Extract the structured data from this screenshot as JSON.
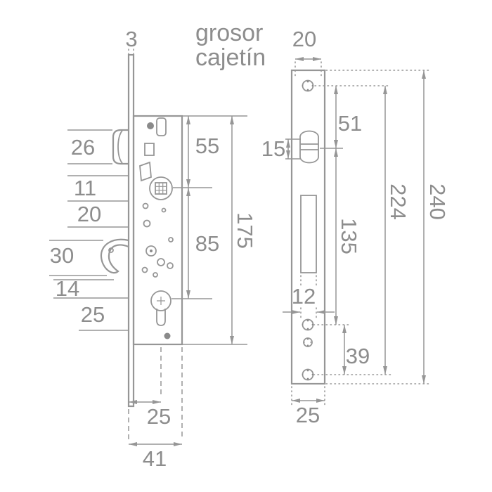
{
  "note": {
    "line1": "grosor",
    "line2": "cajetín"
  },
  "side_view": {
    "faceplate_thickness": "3",
    "latch_height": "26",
    "dim_11": "11",
    "dim_20": "20",
    "hook_height": "30",
    "dim_14": "14",
    "dim_25": "25",
    "top_to_follower": "55",
    "follower_to_cylinder": "85",
    "case_height": "175",
    "backset": "25",
    "total_depth": "41"
  },
  "front_view": {
    "case_thickness": "20",
    "latch_slot_height": "15",
    "screw_to_latch": "51",
    "latch_to_screw": "135",
    "bolt_slot_width": "12",
    "screw_gap": "39",
    "screw_spacing": "224",
    "plate_height": "240",
    "plate_width": "25"
  },
  "colors": {
    "line": "#969696",
    "text": "#8d8d8d",
    "background": "#ffffff"
  }
}
